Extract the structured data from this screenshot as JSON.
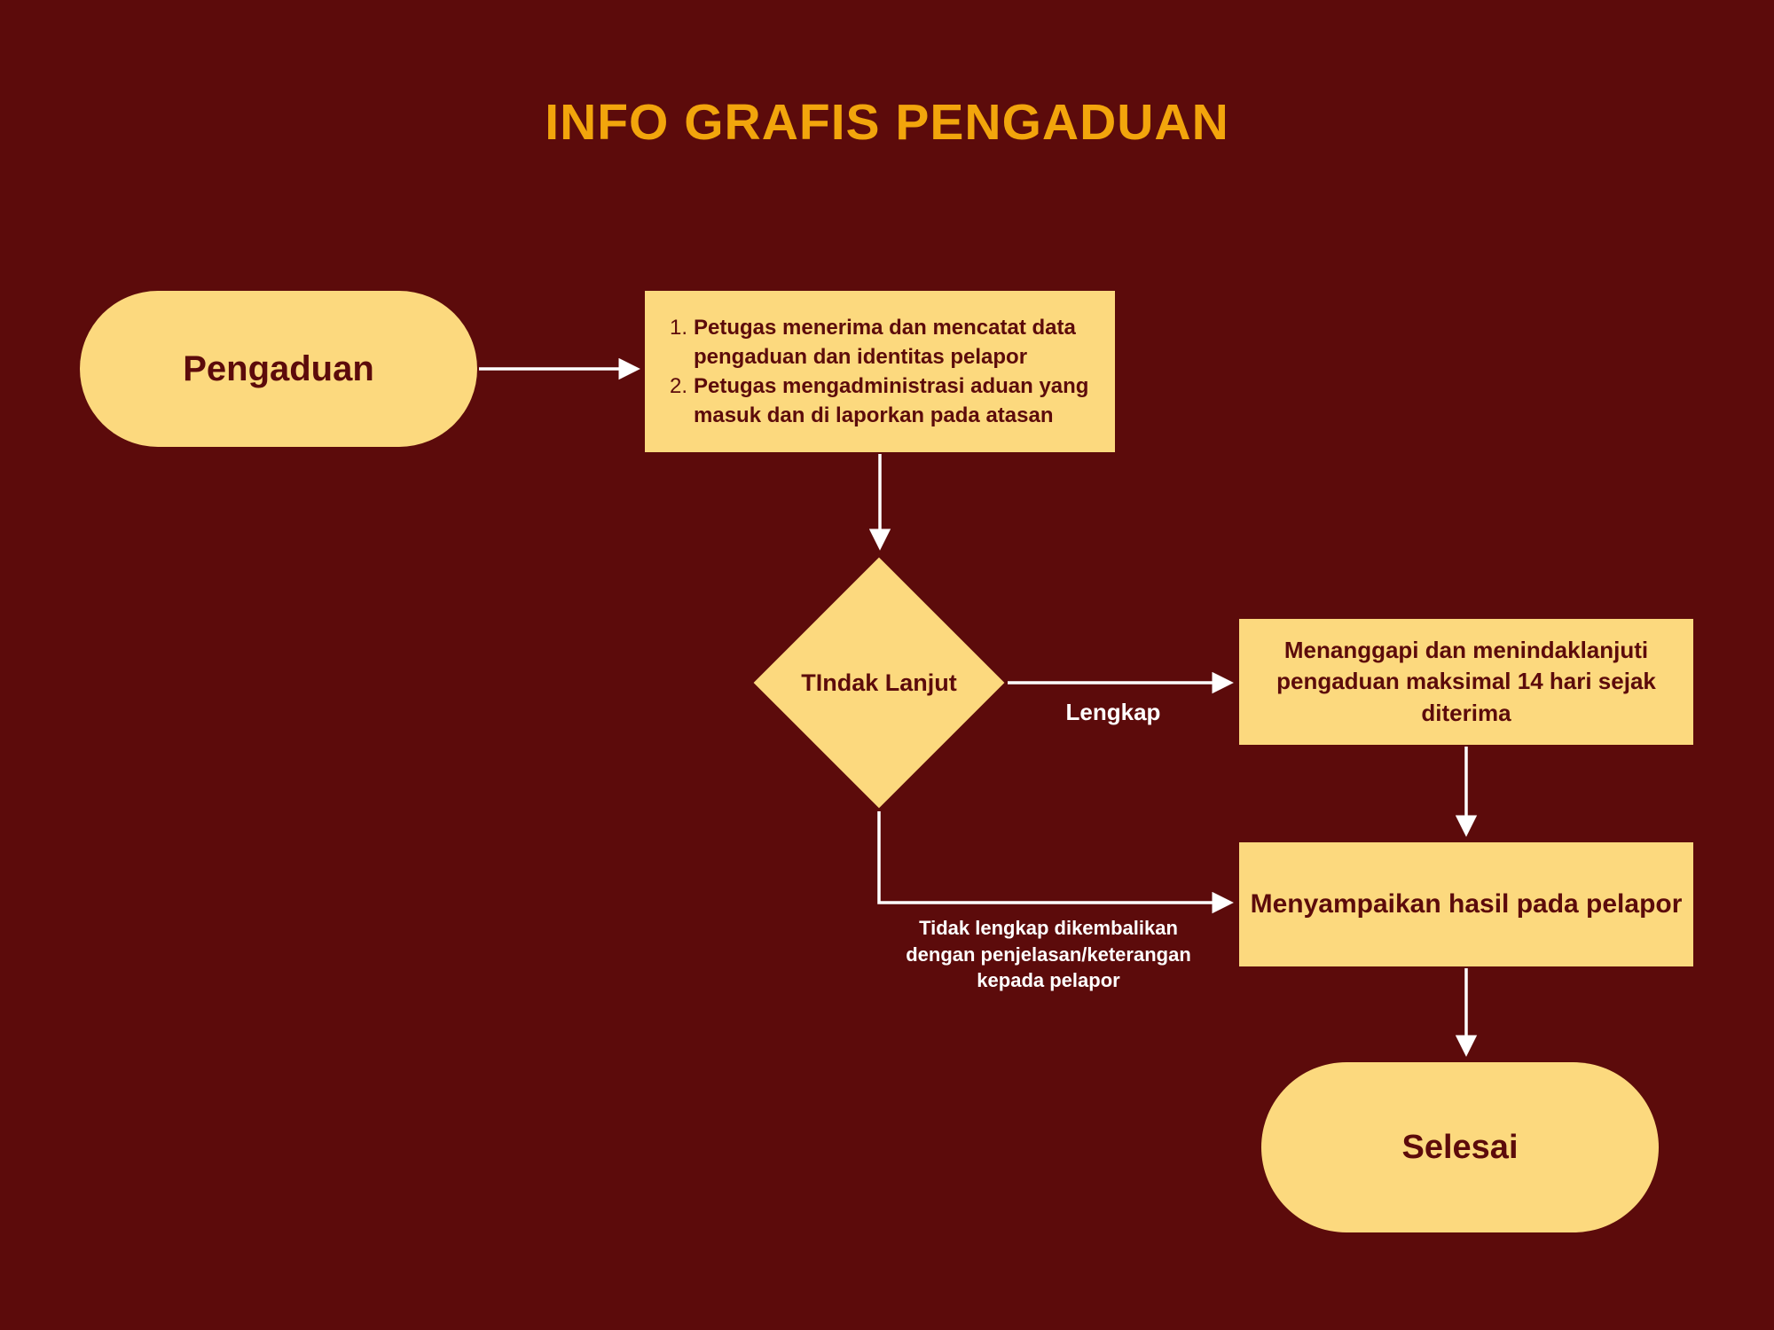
{
  "title": "INFO GRAFIS PENGADUAN",
  "nodes": {
    "start": {
      "label": "Pengaduan"
    },
    "process1": {
      "items": [
        {
          "num": "1.",
          "text": "Petugas menerima dan mencatat data pengaduan dan identitas pelapor"
        },
        {
          "num": "2.",
          "text": "Petugas mengadministrasi aduan yang masuk dan di laporkan pada atasan"
        }
      ]
    },
    "decision": {
      "label": "TIndak Lanjut"
    },
    "process2": {
      "label": "Menanggapi dan menindaklanjuti pengaduan maksimal 14 hari sejak diterima"
    },
    "process3": {
      "label": "Menyampaikan hasil pada pelapor"
    },
    "end": {
      "label": "Selesai"
    }
  },
  "edges": {
    "lengkap_label": "Lengkap",
    "tidak_lengkap_label": "Tidak lengkap dikembalikan dengan penjelasan/keterangan kepada pelapor"
  },
  "colors": {
    "background": "#5C0B0B",
    "shape_fill": "#FCD97E",
    "title": "#F2A50C",
    "node_text": "#5C0B0B",
    "arrow": "#FFFFFF",
    "edge_label_text": "#FFFFFF"
  }
}
